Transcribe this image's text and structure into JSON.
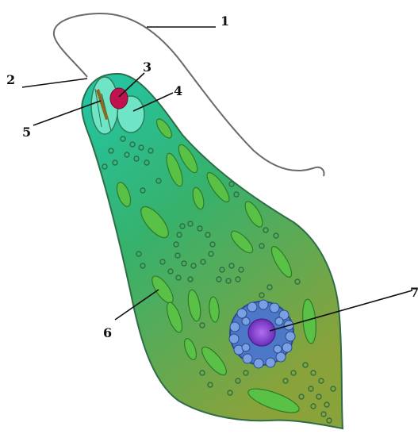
{
  "labels": {
    "l1": "1",
    "l2": "2",
    "l3": "3",
    "l4": "4",
    "l5": "5",
    "l6": "6",
    "l7": "7"
  },
  "colors": {
    "cell_body_top": "#2fbf9a",
    "cell_body_mid": "#3aa858",
    "cell_body_bottom": "#7ea03a",
    "cell_outline": "#3a6f49",
    "chloroplast": "#56c044",
    "chloroplast_edge": "#2e7a2a",
    "stigma": "#c0124f",
    "reservoir": "#6ee6c4",
    "nucleus_outer": "#4f78c9",
    "nucleus_inner": "#8a3fd0",
    "flagellum": "#6a6a6a",
    "granule": "#3f8a4f"
  }
}
